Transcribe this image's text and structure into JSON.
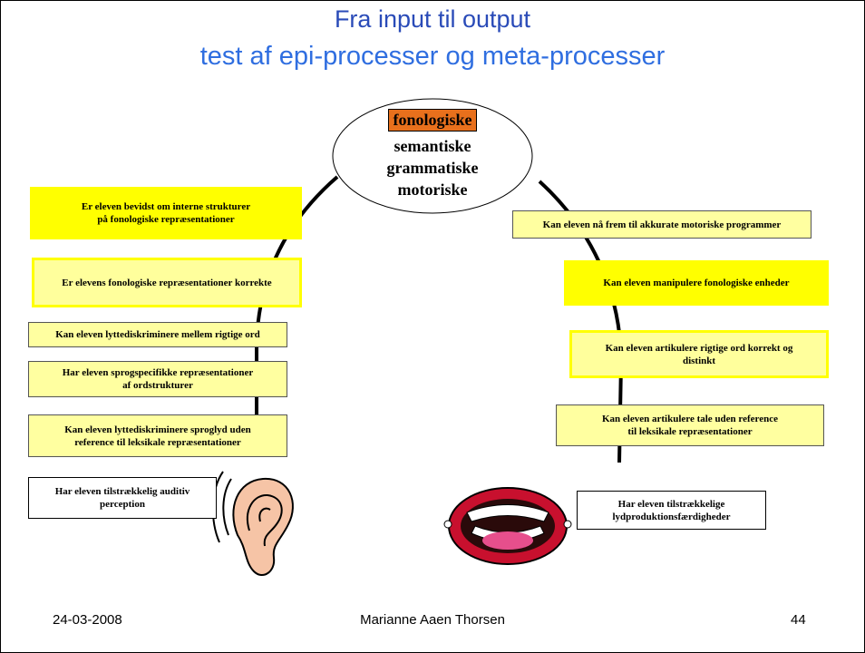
{
  "slide": {
    "title_line1": "Fra input til output",
    "title_line2": "test af epi-processer og meta-processer"
  },
  "center": {
    "highlight": "fonologiske",
    "line2": "semantiske",
    "line3": "grammatiske",
    "line4": "motoriske"
  },
  "left_boxes": [
    {
      "line1": "Er eleven bevidst om interne strukturer",
      "line2": "på fonologiske repræsentationer"
    },
    {
      "line1": "Er elevens fonologiske repræsentationer korrekte"
    },
    {
      "line1": "Kan eleven lyttediskriminere mellem rigtige ord"
    },
    {
      "line1": "Har eleven sprogspecifikke repræsentationer",
      "line2": "af ordstrukturer"
    },
    {
      "line1": "Kan eleven lyttediskriminere sproglyd uden",
      "line2": "reference til leksikale repræsentationer"
    },
    {
      "line1": "Har eleven tilstrækkelig auditiv",
      "line2": "perception"
    }
  ],
  "right_boxes": [
    {
      "line1": "Kan eleven nå frem til akkurate motoriske programmer"
    },
    {
      "line1": "Kan eleven manipulere fonologiske enheder"
    },
    {
      "line1": "Kan eleven artikulere rigtige ord korrekt og",
      "line2": "distinkt"
    },
    {
      "line1": "Kan eleven artikulere tale uden reference",
      "line2": "til leksikale repræsentationer"
    },
    {
      "line1": "Har eleven tilstrækkelige",
      "line2": "lydproduktionsfærdigheder"
    }
  ],
  "footer": {
    "date": "24-03-2008",
    "author": "Marianne Aaen Thorsen",
    "page": "44"
  },
  "colors": {
    "title": "#2f6ee0",
    "highlight": "#e8701c",
    "box_yellow": "#ffff00",
    "box_pale": "#ffffa0"
  }
}
